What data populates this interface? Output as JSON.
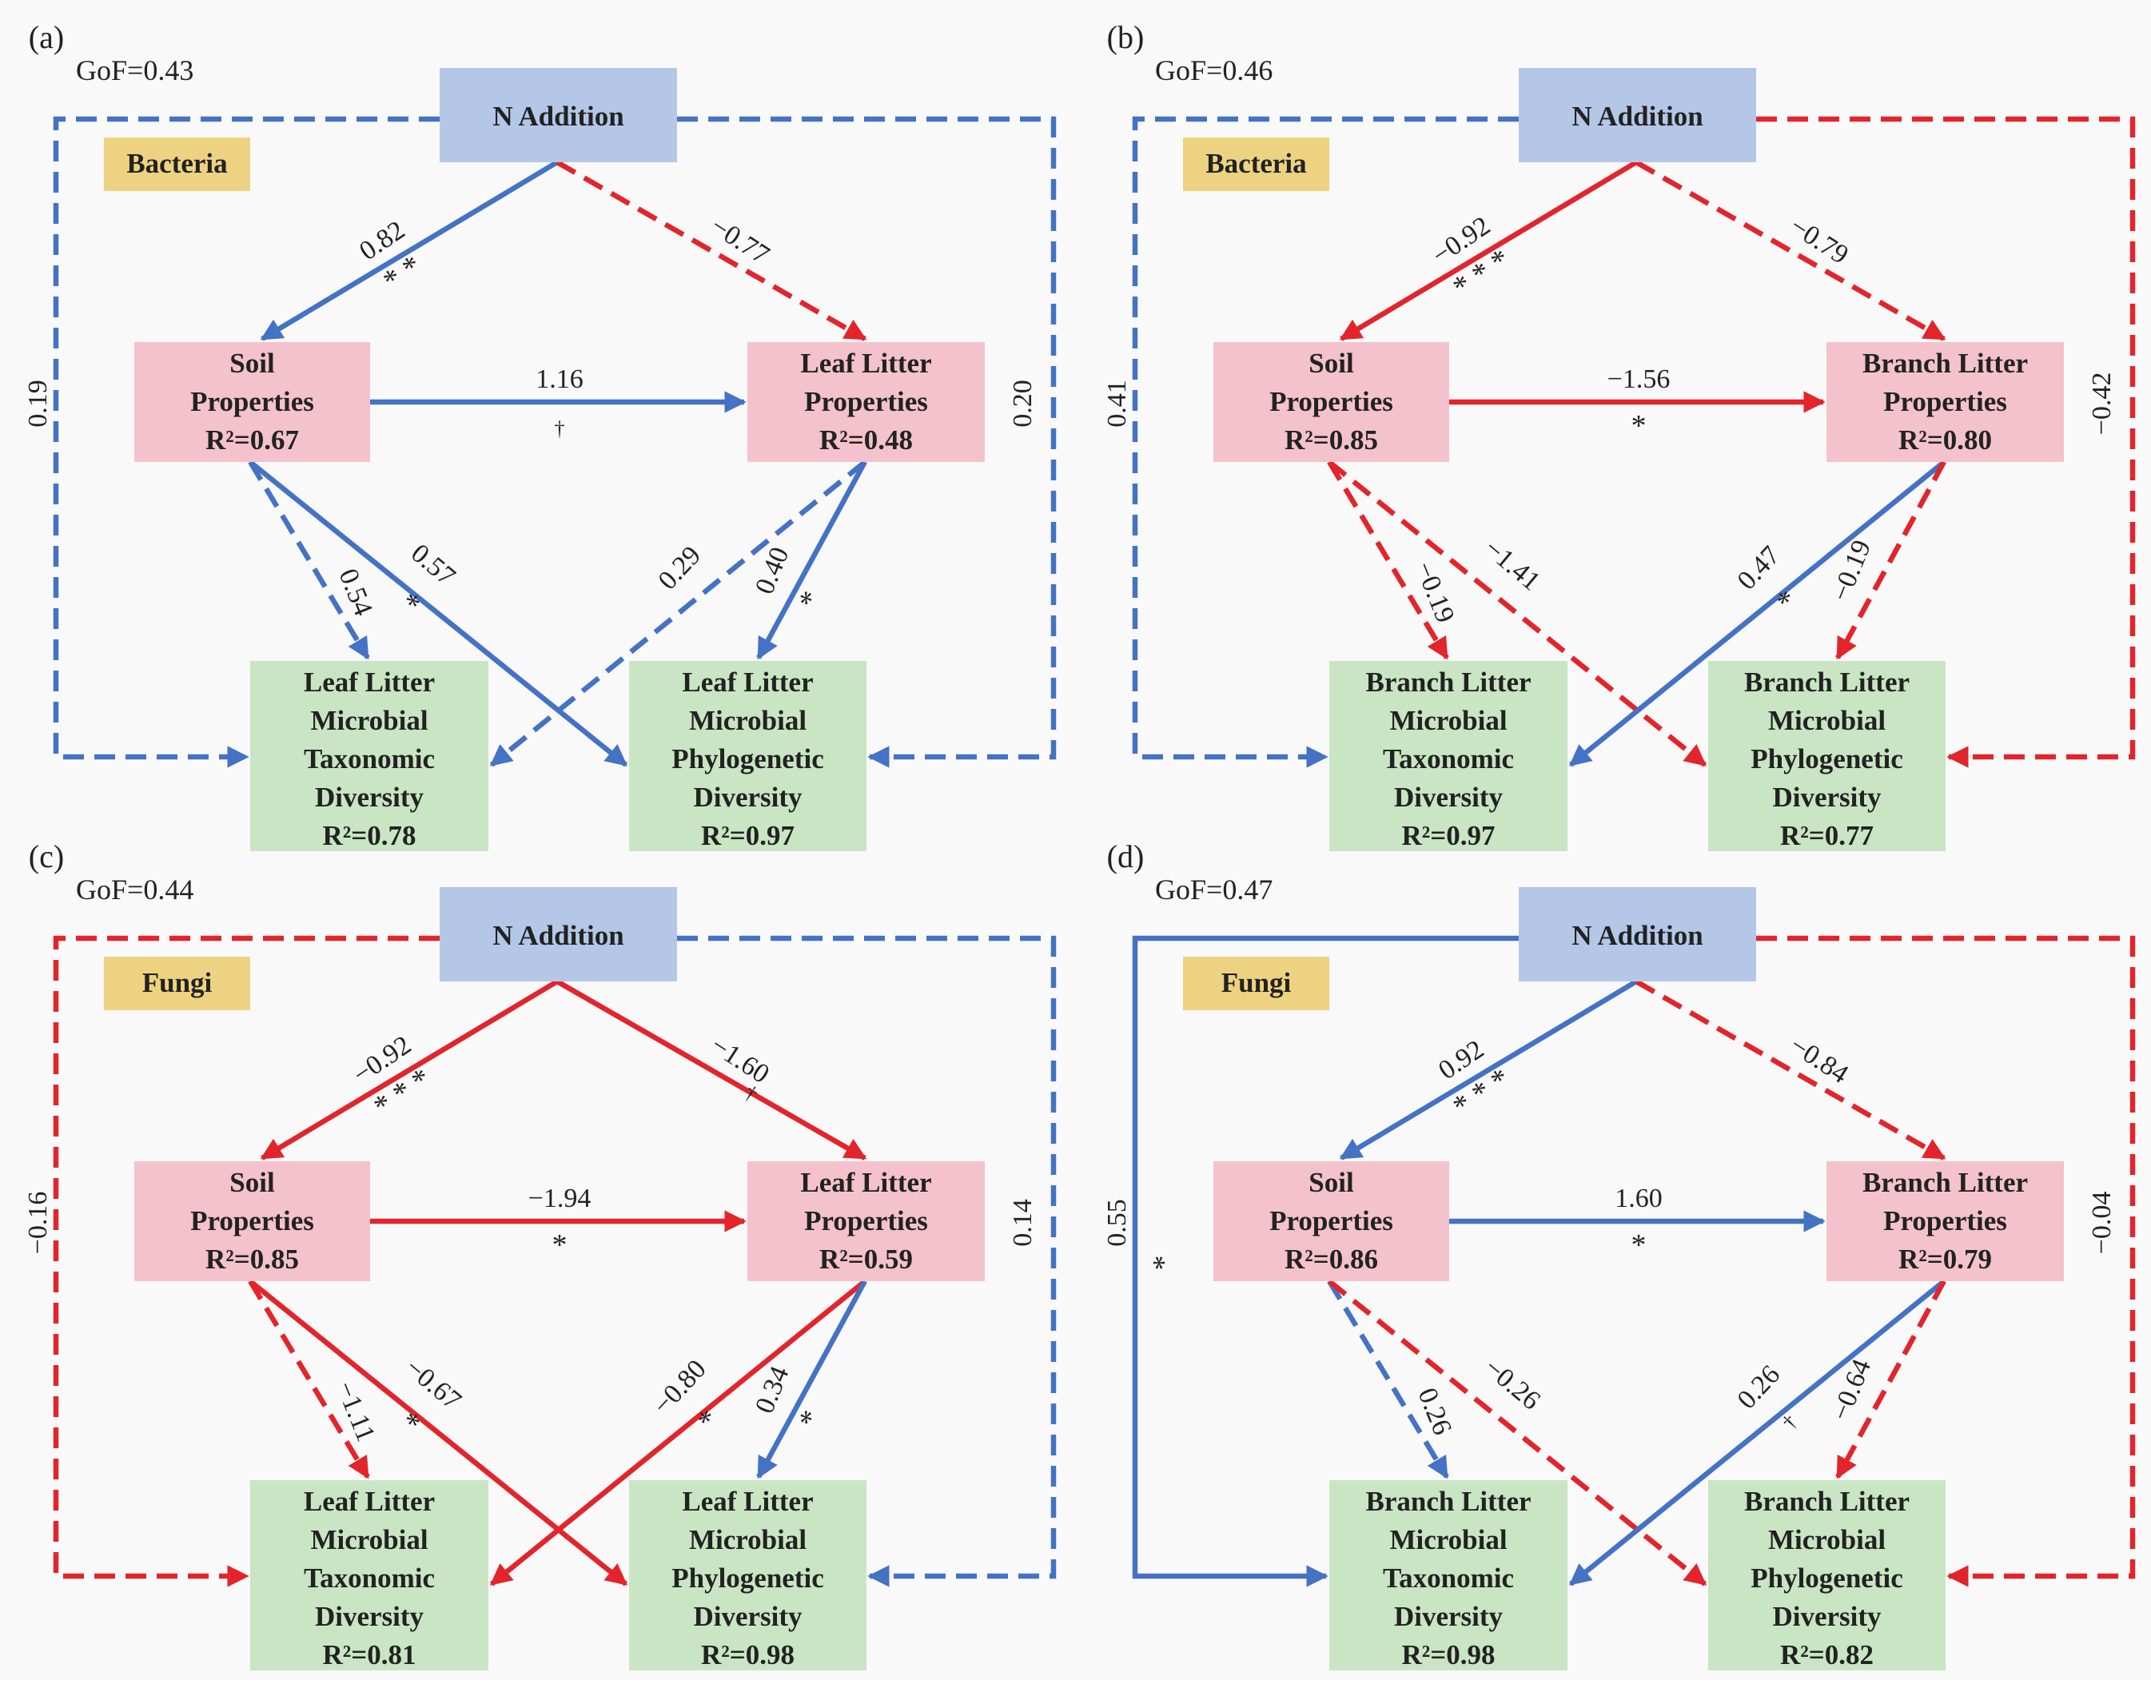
{
  "colors": {
    "positive": "#4472C4",
    "negative": "#E3242B",
    "exogenous_box": "#B4C7E7",
    "mediator_box": "#F4C2CC",
    "response_box": "#C9E5C3",
    "group_tag": "#EDD381"
  },
  "panels": [
    {
      "label": "(a)",
      "gof": "GoF=0.43",
      "group": "Bacteria",
      "n_addition": "N Addition",
      "soil": [
        "Soil",
        "Properties",
        "R²=0.67"
      ],
      "litter": [
        "Leaf Litter",
        "Properties",
        "R²=0.48"
      ],
      "taxonomic": [
        "Leaf Litter",
        "Microbial",
        "Taxonomic",
        "Diversity",
        "R²=0.78"
      ],
      "phylogenetic": [
        "Leaf Litter",
        "Microbial",
        "Phylogenetic",
        "Diversity",
        "R²=0.97"
      ],
      "paths": {
        "n_soil": {
          "coef": "0.82",
          "sig": "* *",
          "sign": "positive",
          "style": "solid"
        },
        "n_litter": {
          "coef": "−0.77",
          "sig": "",
          "sign": "negative",
          "style": "dashed"
        },
        "soil_litter": {
          "coef": "1.16",
          "sig": "†",
          "sign": "positive",
          "style": "solid"
        },
        "soil_tax": {
          "coef": "0.54",
          "sig": "",
          "sign": "positive",
          "style": "dashed"
        },
        "soil_phy": {
          "coef": "0.57",
          "sig": "*",
          "sign": "positive",
          "style": "solid"
        },
        "litter_tax": {
          "coef": "0.29",
          "sig": "",
          "sign": "positive",
          "style": "dashed"
        },
        "litter_phy": {
          "coef": "0.40",
          "sig": "*",
          "sign": "positive",
          "style": "solid"
        },
        "n_tax": {
          "coef": "0.19",
          "sig": "",
          "sign": "positive",
          "style": "dashed"
        },
        "n_phy": {
          "coef": "0.20",
          "sig": "",
          "sign": "positive",
          "style": "dashed"
        }
      }
    },
    {
      "label": "(b)",
      "gof": "GoF=0.46",
      "group": "Bacteria",
      "n_addition": "N Addition",
      "soil": [
        "Soil",
        "Properties",
        "R²=0.85"
      ],
      "litter": [
        "Branch Litter",
        "Properties",
        "R²=0.80"
      ],
      "taxonomic": [
        "Branch Litter",
        "Microbial",
        "Taxonomic",
        "Diversity",
        "R²=0.97"
      ],
      "phylogenetic": [
        "Branch Litter",
        "Microbial",
        "Phylogenetic",
        "Diversity",
        "R²=0.77"
      ],
      "paths": {
        "n_soil": {
          "coef": "−0.92",
          "sig": "* * *",
          "sign": "negative",
          "style": "solid"
        },
        "n_litter": {
          "coef": "−0.79",
          "sig": "",
          "sign": "negative",
          "style": "dashed"
        },
        "soil_litter": {
          "coef": "−1.56",
          "sig": "*",
          "sign": "negative",
          "style": "solid"
        },
        "soil_tax": {
          "coef": "−0.19",
          "sig": "",
          "sign": "negative",
          "style": "dashed"
        },
        "soil_phy": {
          "coef": "−1.41",
          "sig": "",
          "sign": "negative",
          "style": "dashed"
        },
        "litter_tax": {
          "coef": "0.47",
          "sig": "*",
          "sign": "positive",
          "style": "solid"
        },
        "litter_phy": {
          "coef": "−0.19",
          "sig": "",
          "sign": "negative",
          "style": "dashed"
        },
        "n_tax": {
          "coef": "0.41",
          "sig": "",
          "sign": "positive",
          "style": "dashed"
        },
        "n_phy": {
          "coef": "−0.42",
          "sig": "",
          "sign": "negative",
          "style": "dashed"
        }
      }
    },
    {
      "label": "(c)",
      "gof": "GoF=0.44",
      "group": "Fungi",
      "n_addition": "N Addition",
      "soil": [
        "Soil",
        "Properties",
        "R²=0.85"
      ],
      "litter": [
        "Leaf Litter",
        "Properties",
        "R²=0.59"
      ],
      "taxonomic": [
        "Leaf Litter",
        "Microbial",
        "Taxonomic",
        "Diversity",
        "R²=0.81"
      ],
      "phylogenetic": [
        "Leaf Litter",
        "Microbial",
        "Phylogenetic",
        "Diversity",
        "R²=0.98"
      ],
      "paths": {
        "n_soil": {
          "coef": "−0.92",
          "sig": "* * *",
          "sign": "negative",
          "style": "solid"
        },
        "n_litter": {
          "coef": "−1.60",
          "sig": "†",
          "sign": "negative",
          "style": "solid"
        },
        "soil_litter": {
          "coef": "−1.94",
          "sig": "*",
          "sign": "negative",
          "style": "solid"
        },
        "soil_tax": {
          "coef": "−1.11",
          "sig": "",
          "sign": "negative",
          "style": "dashed"
        },
        "soil_phy": {
          "coef": "−0.67",
          "sig": "*",
          "sign": "negative",
          "style": "solid"
        },
        "litter_tax": {
          "coef": "−0.80",
          "sig": "*",
          "sign": "negative",
          "style": "solid"
        },
        "litter_phy": {
          "coef": "0.34",
          "sig": "*",
          "sign": "positive",
          "style": "solid"
        },
        "n_tax": {
          "coef": "−0.16",
          "sig": "",
          "sign": "negative",
          "style": "dashed"
        },
        "n_phy": {
          "coef": "0.14",
          "sig": "",
          "sign": "positive",
          "style": "dashed"
        }
      }
    },
    {
      "label": "(d)",
      "gof": "GoF=0.47",
      "group": "Fungi",
      "n_addition": "N Addition",
      "soil": [
        "Soil",
        "Properties",
        "R²=0.86"
      ],
      "litter": [
        "Branch Litter",
        "Properties",
        "R²=0.79"
      ],
      "taxonomic": [
        "Branch Litter",
        "Microbial",
        "Taxonomic",
        "Diversity",
        "R²=0.98"
      ],
      "phylogenetic": [
        "Branch Litter",
        "Microbial",
        "Phylogenetic",
        "Diversity",
        "R²=0.82"
      ],
      "paths": {
        "n_soil": {
          "coef": "0.92",
          "sig": "* * *",
          "sign": "positive",
          "style": "solid"
        },
        "n_litter": {
          "coef": "−0.84",
          "sig": "",
          "sign": "negative",
          "style": "dashed"
        },
        "soil_litter": {
          "coef": "1.60",
          "sig": "*",
          "sign": "positive",
          "style": "solid"
        },
        "soil_tax": {
          "coef": "0.26",
          "sig": "",
          "sign": "positive",
          "style": "dashed"
        },
        "soil_phy": {
          "coef": "−0.26",
          "sig": "",
          "sign": "negative",
          "style": "dashed"
        },
        "litter_tax": {
          "coef": "0.26",
          "sig": "†",
          "sign": "positive",
          "style": "solid"
        },
        "litter_phy": {
          "coef": "−0.64",
          "sig": "",
          "sign": "negative",
          "style": "dashed"
        },
        "n_tax": {
          "coef": "0.55",
          "sig": "*",
          "sign": "positive",
          "style": "solid"
        },
        "n_phy": {
          "coef": "−0.04",
          "sig": "",
          "sign": "negative",
          "style": "dashed"
        }
      }
    }
  ]
}
